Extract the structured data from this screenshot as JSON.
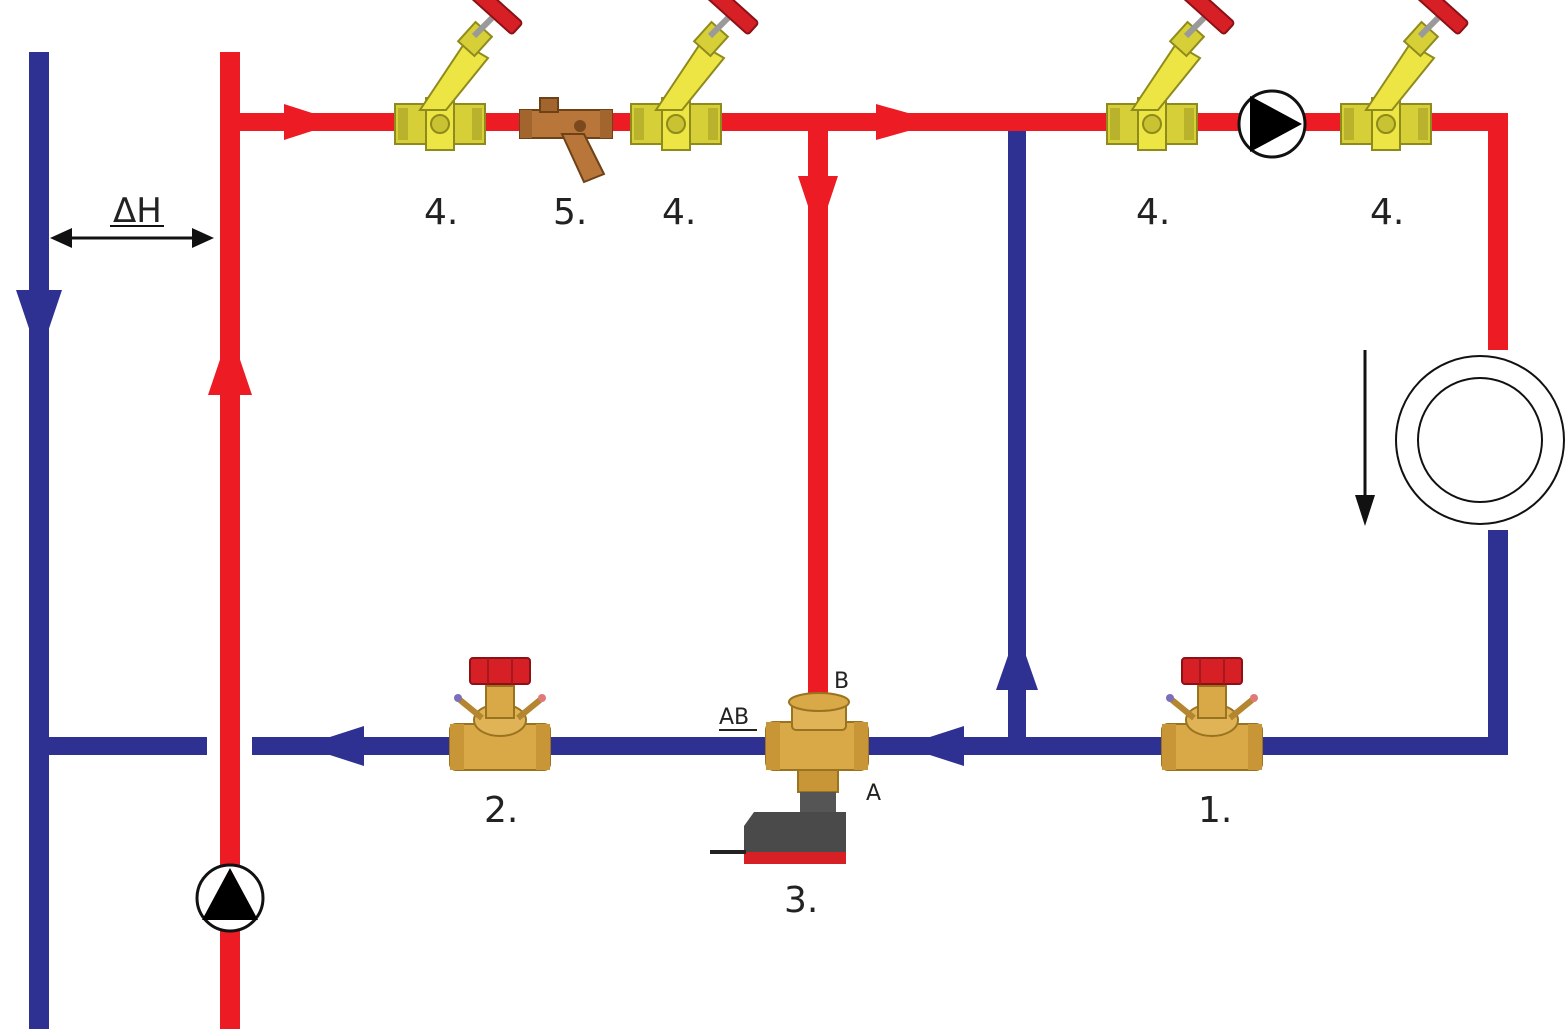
{
  "colors": {
    "supply": "#ed1c24",
    "return": "#2e3192",
    "valve_brass": "#d9b25a",
    "valve_body_yellow": "#e6df3c",
    "handwheel": "#d71f26",
    "actuator": "#4a4a4a"
  },
  "labels": {
    "delta_h": "ΔH",
    "port_ab": "AB",
    "port_b": "B",
    "port_a": "A"
  },
  "components": [
    {
      "id": "balancing-valve-1",
      "number": "1.",
      "icon": "balancing-valve-icon"
    },
    {
      "id": "balancing-valve-2",
      "number": "2.",
      "icon": "balancing-valve-icon"
    },
    {
      "id": "three-way-valve-3",
      "number": "3.",
      "icon": "three-way-valve-actuator-icon"
    },
    {
      "id": "shutoff-valve-4a",
      "number": "4.",
      "icon": "shutoff-valve-icon"
    },
    {
      "id": "strainer-5",
      "number": "5.",
      "icon": "y-strainer-icon"
    },
    {
      "id": "shutoff-valve-4b",
      "number": "4.",
      "icon": "shutoff-valve-icon"
    },
    {
      "id": "shutoff-valve-4c",
      "number": "4.",
      "icon": "shutoff-valve-icon"
    },
    {
      "id": "shutoff-valve-4d",
      "number": "4.",
      "icon": "shutoff-valve-icon"
    }
  ],
  "symbols": [
    "pump-icon",
    "pump-icon",
    "heat-exchanger-icon",
    "flow-direction-arrow-icon"
  ]
}
